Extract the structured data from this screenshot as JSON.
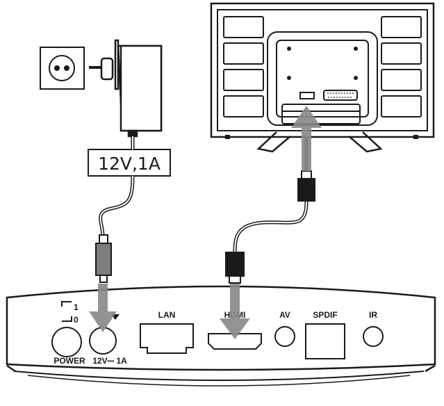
{
  "adapter": {
    "label": "12V,1A"
  },
  "set_top_box": {
    "switch_on": "1",
    "switch_off": "0",
    "ports": {
      "power": "POWER",
      "dc_in": "12V⎓ 1A",
      "lan": "LAN",
      "hdmi": "HDMI",
      "av": "AV",
      "spdif": "SPDIF",
      "ir": "IR"
    }
  },
  "icons": {
    "outlet": "wall-socket-icon",
    "adapter": "power-adapter-icon",
    "tv": "tv-back-icon",
    "arrow": "down-arrow-icon"
  },
  "colors": {
    "line": "#1a1a1a",
    "arrow": "#8a8a8a",
    "plug_grey": "#7d7d7d"
  }
}
